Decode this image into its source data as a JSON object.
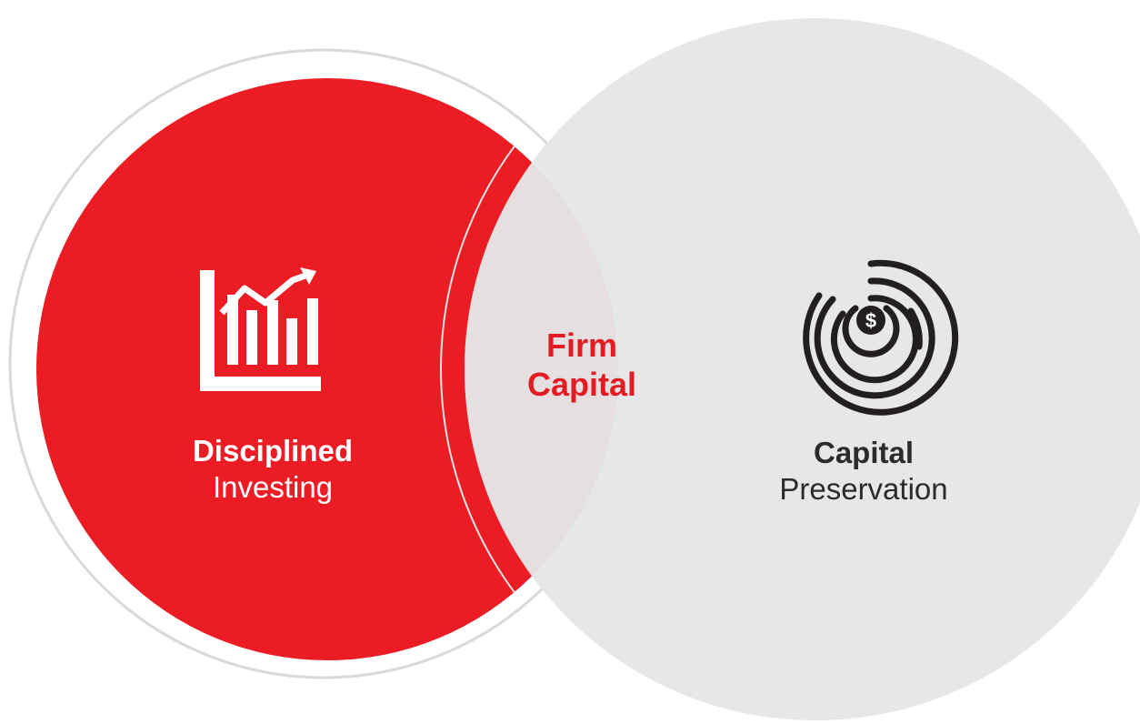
{
  "diagram": {
    "left_circle": {
      "title": "Disciplined",
      "subtitle": "Investing",
      "icon": "growth-chart-icon",
      "color": "#ec1c24"
    },
    "right_circle": {
      "title": "Capital",
      "subtitle": "Preservation",
      "icon": "dollar-maze-icon",
      "color": "#e6e7e9"
    },
    "overlap": {
      "line1": "Firm",
      "line2": "Capital",
      "color": "#e31b23"
    },
    "colors": {
      "outline": "#d9d9d9",
      "overlap_fill": "#e6dfe0",
      "icon_dark": "#231f20"
    }
  }
}
